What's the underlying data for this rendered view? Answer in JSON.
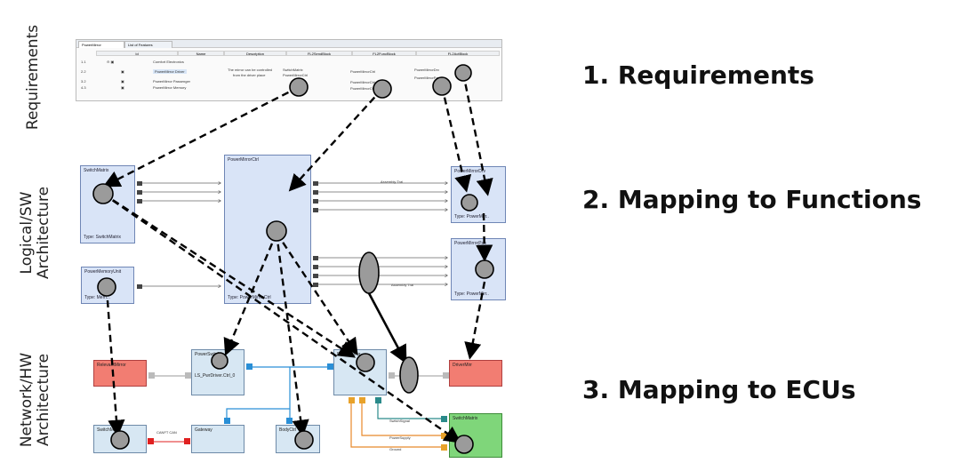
{
  "layers": {
    "requirements": "Requirements",
    "logical_line1": "Logical/SW",
    "logical_line2": "Architecture",
    "network_line1": "Network/HW",
    "network_line2": "Architecture"
  },
  "steps": {
    "s1": "1. Requirements",
    "s2": "2. Mapping to Functions",
    "s3": "3. Mapping to ECUs"
  },
  "req_table": {
    "tab1": "PowerMirror",
    "tab2": "List of Features",
    "headers": [
      "Id",
      "Name",
      "Description",
      "FL2SendBlock",
      "FL2FuncBlock",
      "FL2ActBlock"
    ],
    "rows": [
      {
        "n": "1.1",
        "name": "Comfort Electronics"
      },
      {
        "n": "2.2",
        "name": "PowerMirror Driver",
        "desc1": "The mirror can be controlled",
        "desc2": "from the driver place"
      },
      {
        "n": "3.2",
        "name": "PowerMirror Passenger"
      },
      {
        "n": "4.3",
        "name": "PowerMirror Memory"
      }
    ],
    "send_items": [
      "SwitchMatrix",
      "PowerMirrorCtrl"
    ],
    "func_items": [
      "PowerMirrorCtrl",
      "PowerMirrorCtrl",
      "PowerMirrorCtrl"
    ],
    "act_items": [
      "PowerMirrorDrv",
      "PowerMirrorPas"
    ]
  },
  "sw": {
    "switch_title": "SwitchMatrix",
    "switch_type": "Type: SwitchMatrix",
    "power_title": "PowerMirrorCtrl",
    "power_type": "Type: PowerMirrorCtrl",
    "memory_title": "PowerMemoryUnit",
    "memory_type": "Type: Mem...",
    "act1_title": "PowerMirrorDrv",
    "act1_type": "Type: PowerMirr..",
    "act2_title": "PowerMirrorPas",
    "act2_type": "Type: PowerMirr..",
    "assembly1": "Assembly Trai",
    "assembly2": "Assembly Trai"
  },
  "hw": {
    "red_left": "RelevantMirror",
    "ecu_mid": "PowerSwitch",
    "ecu_mid_sub": "LS_PwrDriver.Ctrl_0",
    "ecu_right": "DriverMirror",
    "red_right": "DriverMirr",
    "bottom1": "SwitchM",
    "gateway": "Gateway",
    "bottom3": "BodyCtrl",
    "green": "SwitchMatrix",
    "bus_label": "CANFT CAN",
    "wire1": "SwitchSignal",
    "wire2": "PowerSupply",
    "wire3": "Ground"
  },
  "colors": {
    "sw_box": "#d9e4f7",
    "ecu_box": "#d7e7f3",
    "ecu_red": "#f27d72",
    "ecu_green": "#7fd67a",
    "bus_blue": "#2a8fd6",
    "wire_orange": "#e8892a",
    "marker_fill": "#9b9b9b"
  }
}
